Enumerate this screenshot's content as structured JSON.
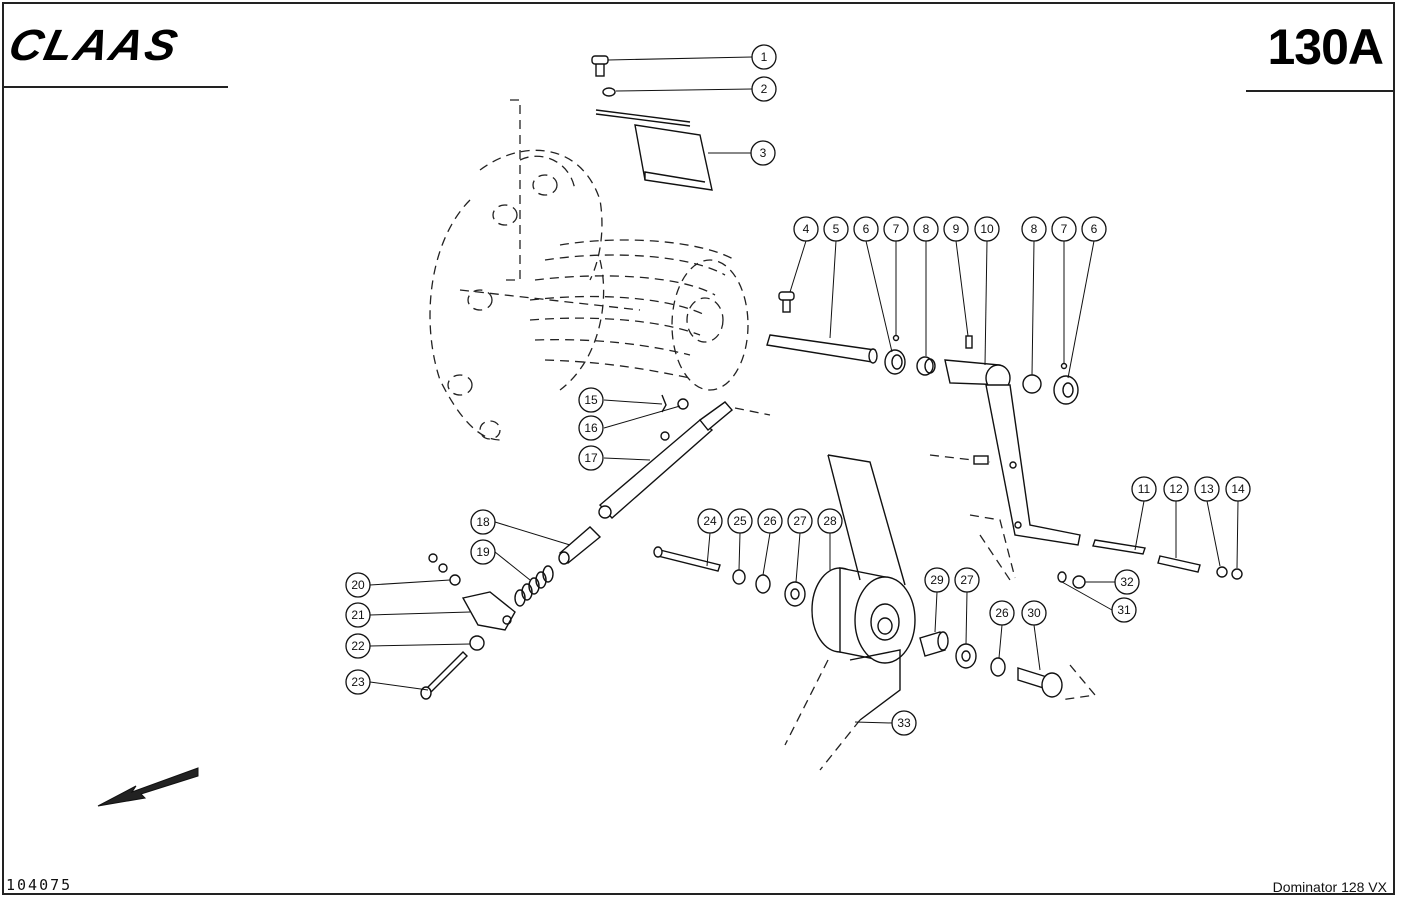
{
  "header": {
    "brand": "CLAAS",
    "page_code": "130A"
  },
  "footer": {
    "document_number": "104075",
    "model": "Dominator 128 VX"
  },
  "callouts": [
    "1",
    "2",
    "3",
    "4",
    "5",
    "6",
    "7",
    "8",
    "9",
    "10",
    "8",
    "7",
    "6",
    "15",
    "16",
    "17",
    "11",
    "12",
    "13",
    "14",
    "18",
    "19",
    "20",
    "21",
    "22",
    "23",
    "24",
    "25",
    "26",
    "27",
    "28",
    "29",
    "27",
    "26",
    "30",
    "31",
    "32",
    "33"
  ]
}
